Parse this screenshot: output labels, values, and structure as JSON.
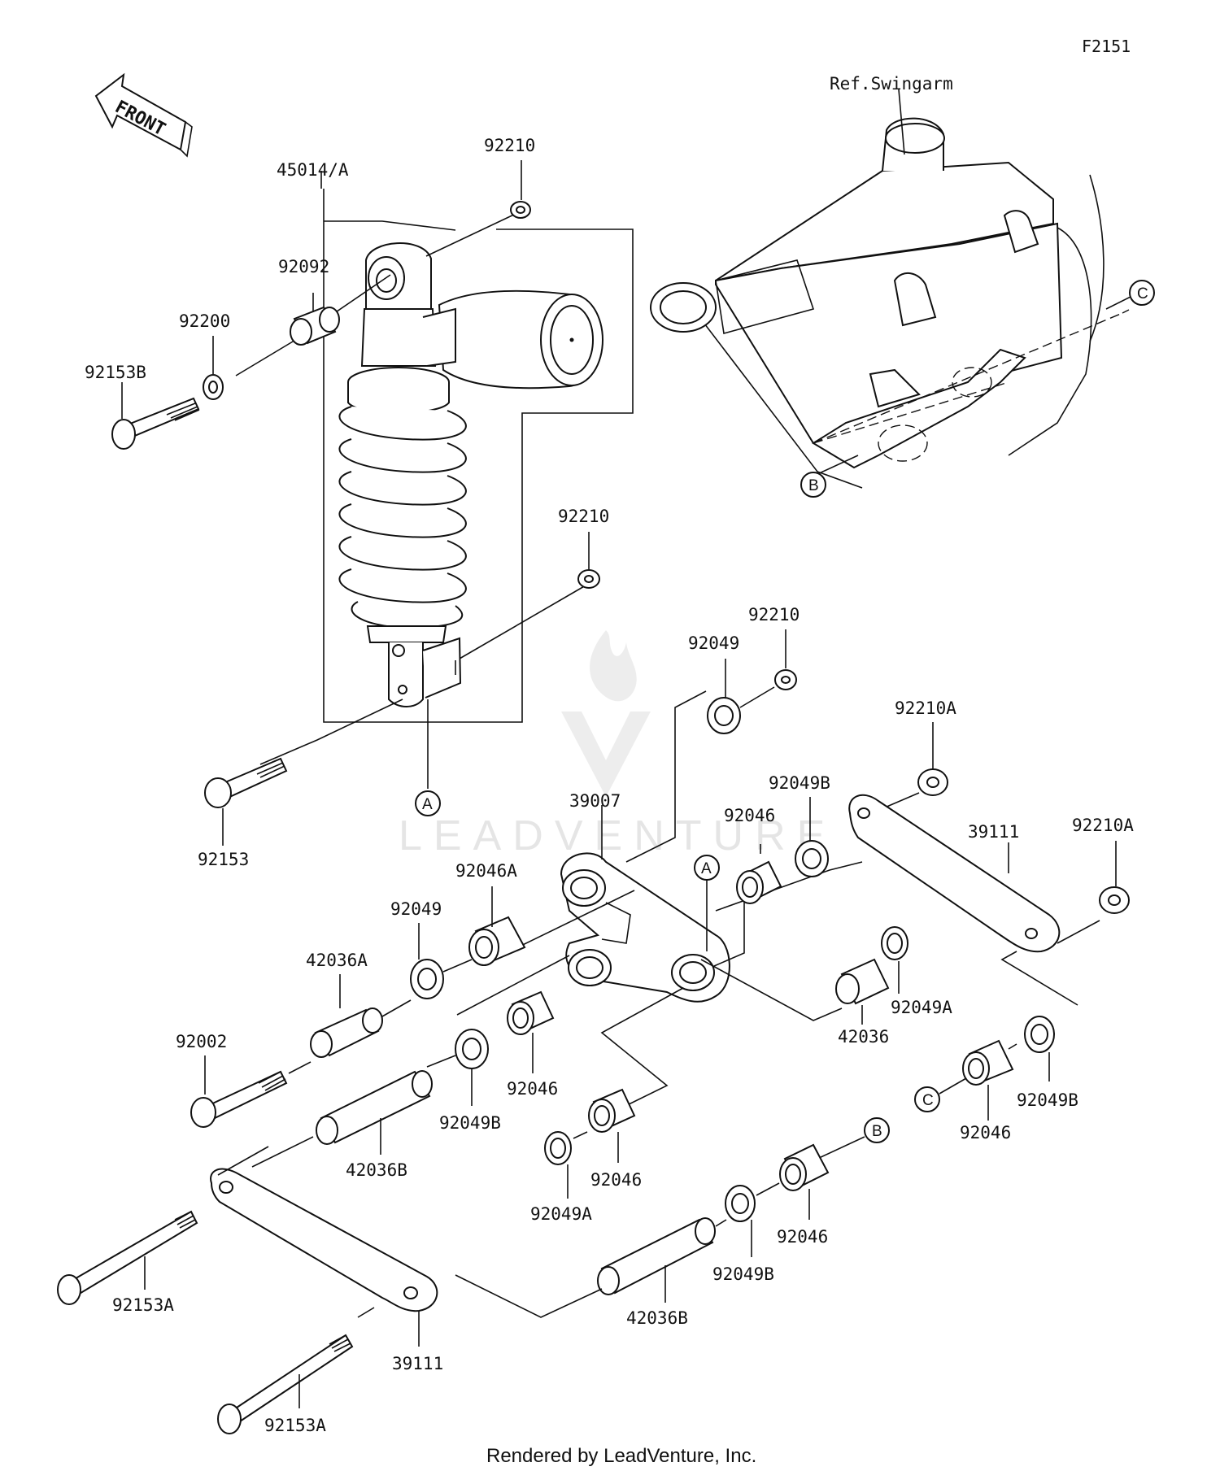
{
  "figure_code": "F2151",
  "reference_note": "Ref.Swingarm",
  "front_arrow_label": "FRONT",
  "watermark": "LEADVENTURE",
  "credit": "Rendered by LeadVenture, Inc.",
  "callouts": {
    "A": "A",
    "B": "B",
    "C": "C"
  },
  "parts": {
    "p45014A": "45014/A",
    "p92210_top": "92210",
    "p92092": "92092",
    "p92200": "92200",
    "p92153B": "92153B",
    "p92210_mid": "92210",
    "p92153": "92153",
    "p92049_upper": "92049",
    "p92210_right": "92210",
    "p92210A_top": "92210A",
    "p92049B_upper": "92049B",
    "p92046_upper": "92046",
    "p39007": "39007",
    "p39111_right": "39111",
    "p92210A_right": "92210A",
    "p92046A": "92046A",
    "p92049_left": "92049",
    "p42036A": "42036A",
    "p92002": "92002",
    "p92046_mid": "92046",
    "p92049B_mid": "92049B",
    "p42036B_left": "42036B",
    "p42036": "42036",
    "p92049A_right": "92049A",
    "p92049B_right": "92049B",
    "p92046_right": "92046",
    "p92046_low": "92046",
    "p92049A_low": "92049A",
    "p92046_bottom": "92046",
    "p92049B_bottom": "92049B",
    "p42036B_bottom": "42036B",
    "p92153A_upper": "92153A",
    "p39111_left": "39111",
    "p92153A_lower": "92153A"
  }
}
